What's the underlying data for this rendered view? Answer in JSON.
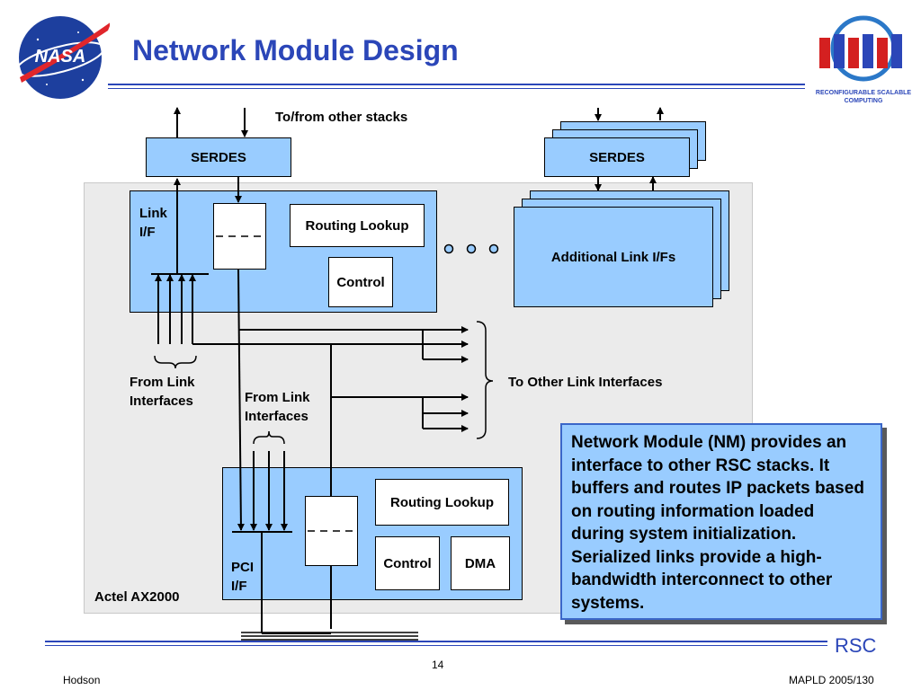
{
  "slide": {
    "title": "Network Module Design",
    "page_number": "14",
    "footer_left": "Hodson",
    "footer_right": "MAPLD 2005/130",
    "rsc_mark": "RSC"
  },
  "logos": {
    "nasa": {
      "text": "NASA",
      "icon": "nasa-meatball-logo"
    },
    "rsc": {
      "caption_line1": "RECONFIGURABLE SCALABLE",
      "caption_line2": "COMPUTING",
      "icon": "rsc-logo"
    }
  },
  "diagram": {
    "top_label": "To/from other stacks",
    "serdes_left": "SERDES",
    "serdes_right": "SERDES",
    "link_if": {
      "line1": "Link",
      "line2": "I/F"
    },
    "routing_lookup_top": "Routing Lookup",
    "control_top": "Control",
    "additional_link_ifs": "Additional Link I/Fs",
    "from_link_left": {
      "line1": "From Link",
      "line2": "Interfaces"
    },
    "from_link_mid": {
      "line1": "From Link",
      "line2": "Interfaces"
    },
    "to_other_links": "To Other Link Interfaces",
    "routing_lookup_bottom": "Routing Lookup",
    "control_bottom": "Control",
    "dma": "DMA",
    "pci_if": {
      "line1": "PCI",
      "line2": "I/F"
    },
    "fpga_label": "Actel AX2000",
    "description": "Network Module (NM) provides an interface to other RSC stacks. It buffers and routes IP packets based on routing information loaded during system initialization. Serialized links provide a high-bandwidth interconnect to other systems."
  },
  "colors": {
    "title_blue": "#2b46b8",
    "box_fill": "#99ccff",
    "fpga_bg": "#ebebeb"
  }
}
